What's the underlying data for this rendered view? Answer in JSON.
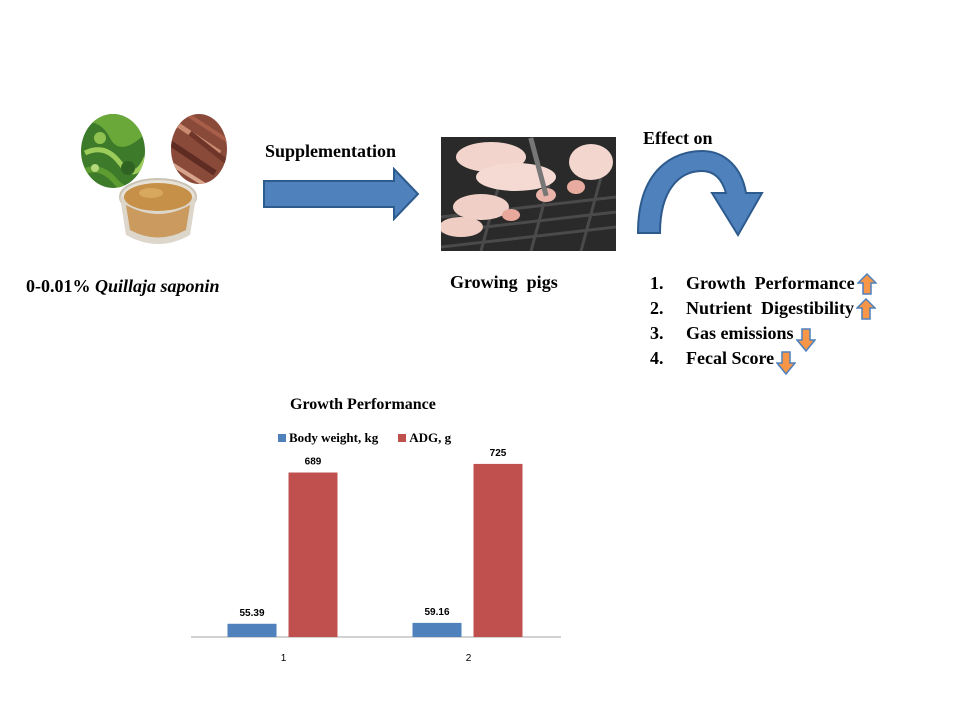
{
  "labels": {
    "supplementation": "Supplementation",
    "effect_on": "Effect on",
    "supplement_range": "0-0.01%",
    "supplement_name": "Quillaja saponin",
    "growing_pigs": "Growing  pigs"
  },
  "effects": [
    {
      "num": "1.",
      "text": "Growth  Performance",
      "direction": "up"
    },
    {
      "num": "2.",
      "text": "Nutrient  Digestibility",
      "direction": "up"
    },
    {
      "num": "3.",
      "text": "Gas emissions",
      "direction": "down"
    },
    {
      "num": "4.",
      "text": "Fecal Score",
      "direction": "down"
    }
  ],
  "colors": {
    "arrow_blue": "#4f81bd",
    "arrow_orange": "#f79646",
    "series_blue": "#4f81bd",
    "series_red": "#c0504d"
  },
  "chart_data": {
    "type": "bar",
    "title": "Growth Performance",
    "categories": [
      "1",
      "2"
    ],
    "series": [
      {
        "name": "Body weight, kg",
        "values": [
          55.39,
          59.16
        ],
        "labels": [
          "55.39",
          "59.16"
        ],
        "color": "#4f81bd"
      },
      {
        "name": "ADG, g",
        "values": [
          689,
          725
        ],
        "labels": [
          "689",
          "725"
        ],
        "color": "#c0504d"
      }
    ],
    "ylim": [
      0,
      800
    ],
    "grid": false,
    "legend": "top"
  }
}
